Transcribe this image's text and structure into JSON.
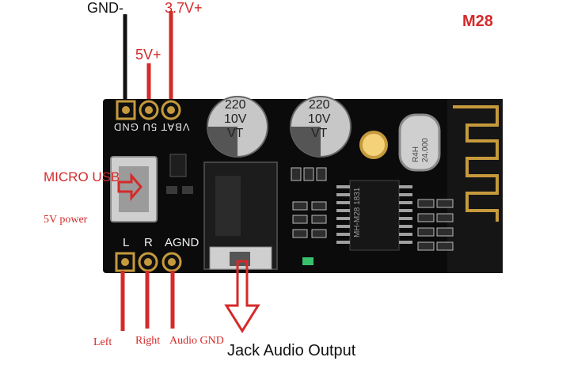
{
  "title": "M28",
  "pins_top": {
    "gnd_label": "GND-",
    "v5_label": "5V+",
    "vbat_label": "3.7V+",
    "silk": "VBAT 5U GND"
  },
  "usb": {
    "label": "MICRO USB",
    "power_label": "5V power"
  },
  "pins_bottom": {
    "silk_l": "L",
    "silk_r": "R",
    "silk_agnd": "AGND",
    "left_label": "Left",
    "right_label": "Right",
    "gnd_label": "Audio GND"
  },
  "capacitors": [
    {
      "value": "220",
      "voltage": "10V",
      "mark": "VT"
    },
    {
      "value": "220",
      "voltage": "10V",
      "mark": "VT"
    }
  ],
  "chip": {
    "line1": "MH-M28",
    "line2": "1831"
  },
  "crystal": {
    "line1": "R4H",
    "line2": "24.000"
  },
  "jack_label": "Jack Audio Output",
  "colors": {
    "pcb": "#0b0b0b",
    "wire_red": "#d42a2a",
    "wire_black": "#111111",
    "pad_gold": "#c69a3c"
  }
}
